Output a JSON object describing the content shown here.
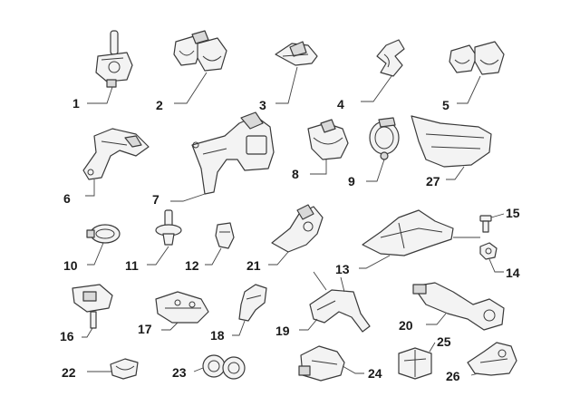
{
  "labels": {
    "p1": "1",
    "p2": "2",
    "p3": "3",
    "p4": "4",
    "p5": "5",
    "p6": "6",
    "p7": "7",
    "p8": "8",
    "p9": "9",
    "p27": "27",
    "p10": "10",
    "p11": "11",
    "p12": "12",
    "p21": "21",
    "p13": "13",
    "p15": "15",
    "p14": "14",
    "p16": "16",
    "p17": "17",
    "p18": "18",
    "p19": "19",
    "p20": "20",
    "p22": "22",
    "p23": "23",
    "p24": "24",
    "p25": "25",
    "p26": "26"
  }
}
